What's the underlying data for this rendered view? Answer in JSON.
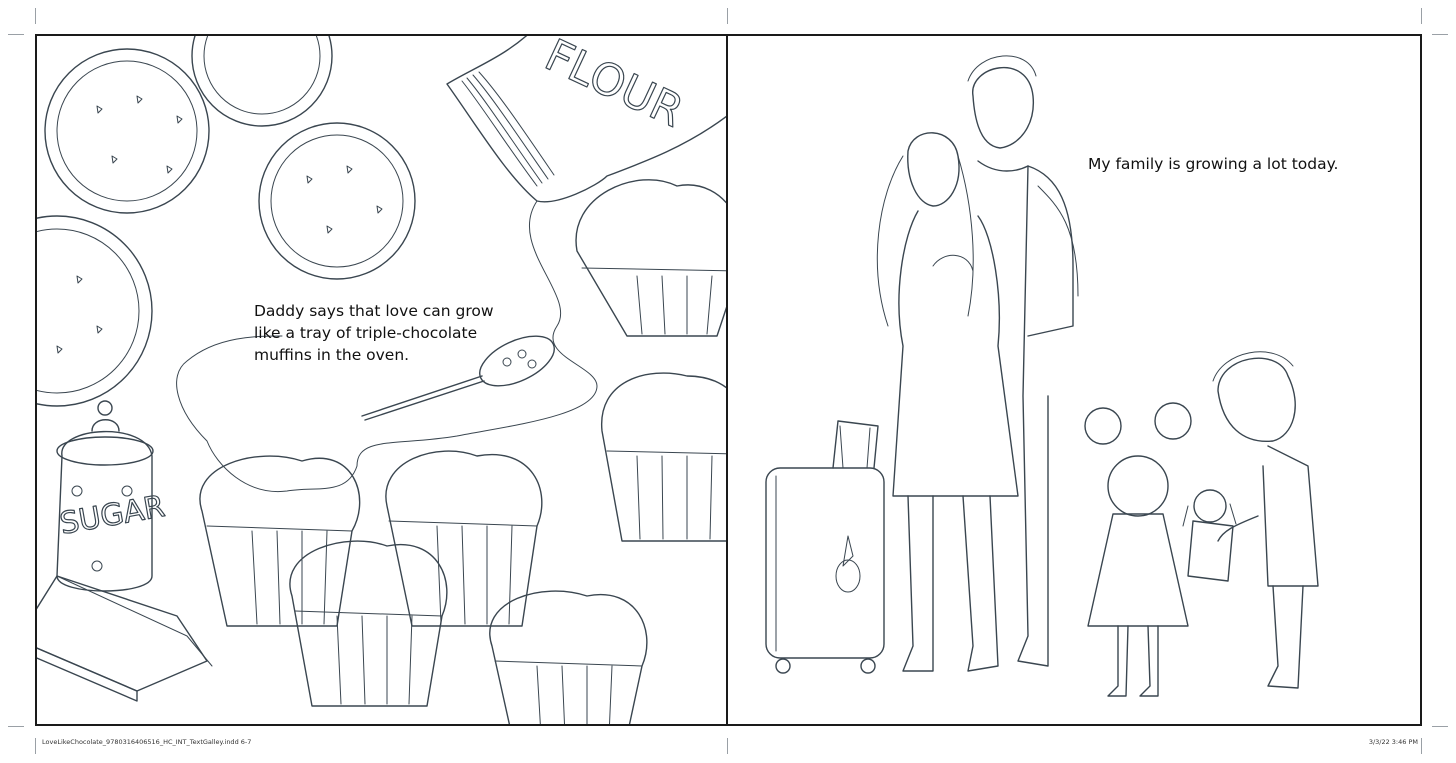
{
  "left_page": {
    "text_lines": [
      "Daddy says that love can grow",
      "like a tray of triple-chocolate",
      "muffins in the oven."
    ],
    "illustration": {
      "jar_label": "SUGAR",
      "bag_label": "FLOUR"
    }
  },
  "right_page": {
    "text": "My family is growing a lot today."
  },
  "slug": {
    "file_name": "LoveLikeChocolate_9780316406516_HC_INT_TextGalley.indd   6-7",
    "timestamp": "3/3/22   3:46 PM"
  },
  "colors": {
    "line_art": "#3a4650",
    "frame": "#1a1a1a",
    "text": "#111111"
  }
}
